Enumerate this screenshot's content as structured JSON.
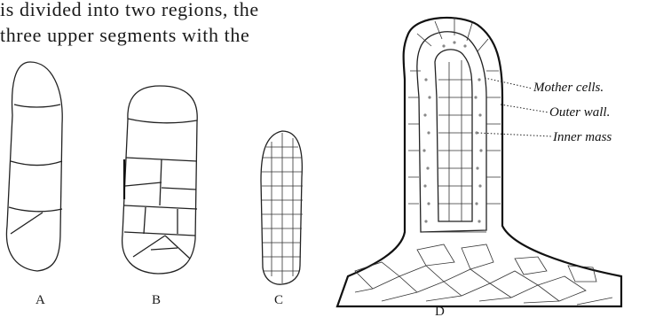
{
  "text": {
    "line1": "is divided into two regions, the",
    "line2": "three upper segments with the"
  },
  "figures": {
    "a": {
      "caption": "A"
    },
    "b": {
      "caption": "B"
    },
    "c": {
      "caption": "C"
    },
    "d": {
      "caption": "D",
      "labels": {
        "mother_cells": "Mother cells.",
        "outer_wall": "Outer wall.",
        "inner_mass": "Inner mass"
      }
    }
  }
}
